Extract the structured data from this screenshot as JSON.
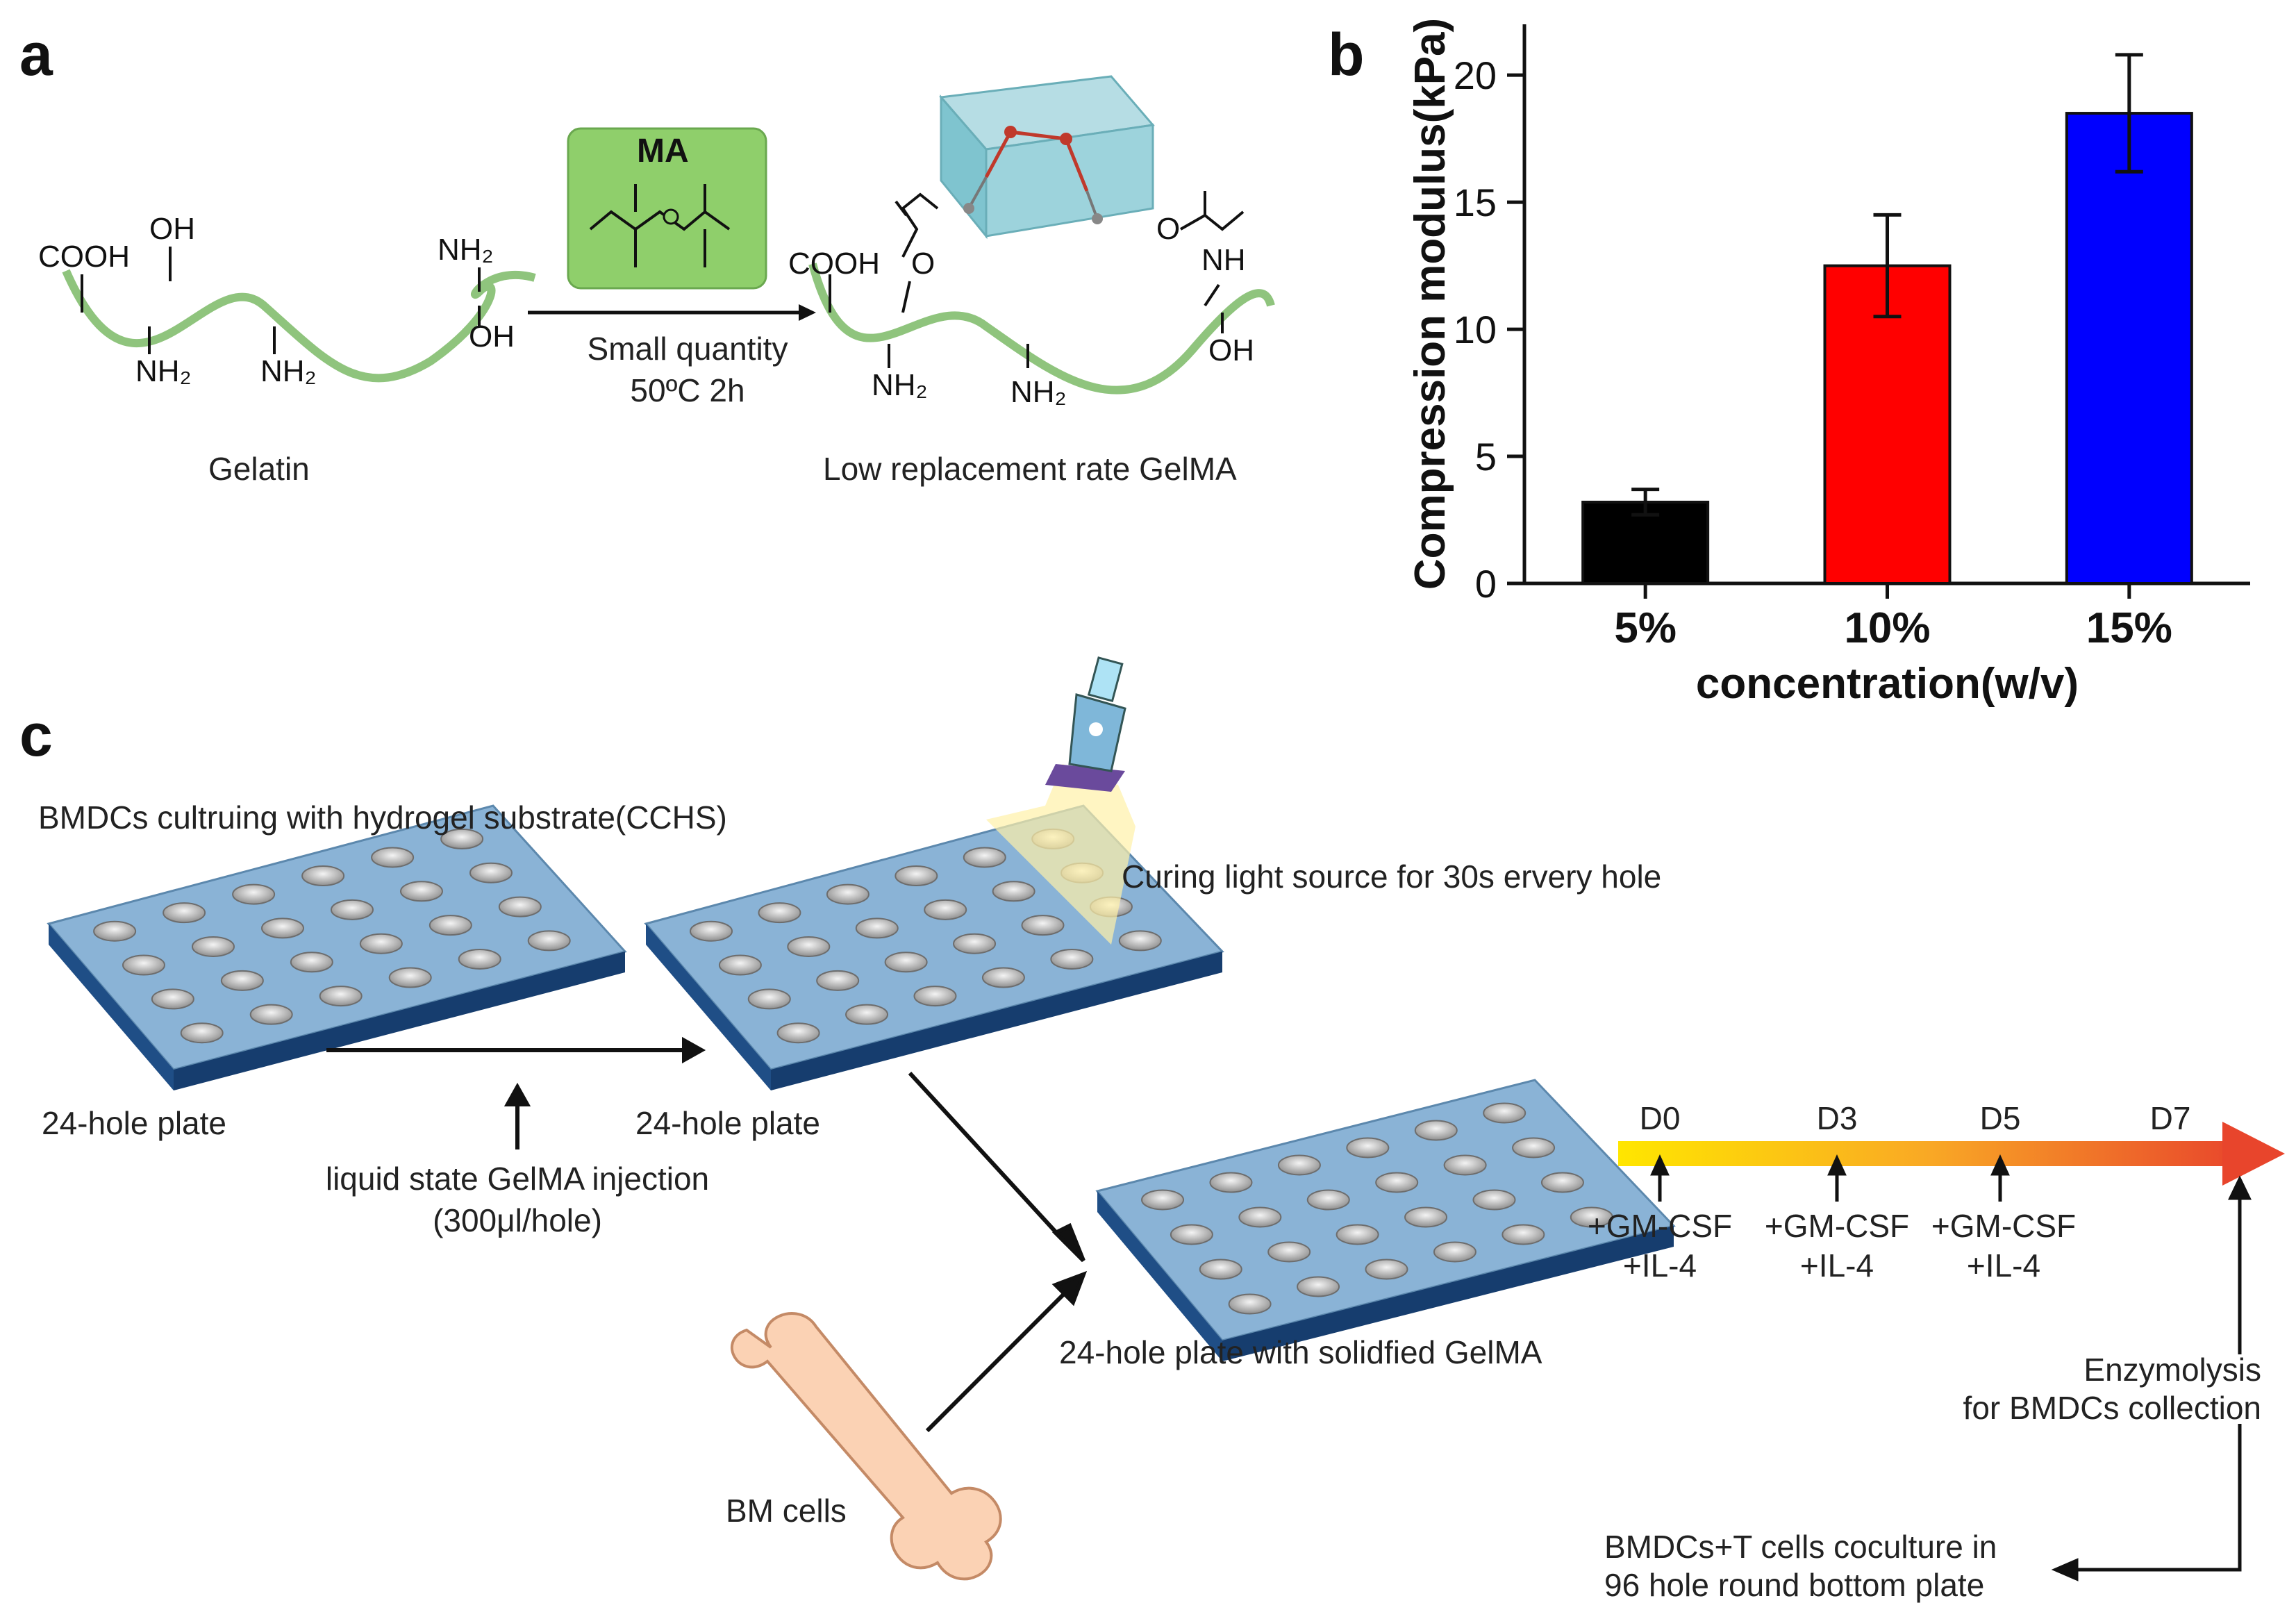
{
  "panel_a": {
    "letter": "a",
    "reagent_label": "MA",
    "reaction_condition_1": "Small quantity",
    "reaction_condition_2": "50ºC 2h",
    "gelatin_label": "Gelatin",
    "product_label": "Low replacement rate GelMA",
    "groups": {
      "cooh_left": "COOH",
      "oh_left": "OH",
      "nh2_left_1": "NH₂",
      "nh2_left_2": "NH₂",
      "nh2_left_top": "NH₂",
      "oh_left_right": "OH",
      "cooh_right": "COOH",
      "o_right": "O",
      "nh2_right_1": "NH₂",
      "nh2_right_2": "NH₂",
      "o_amide": "O",
      "nh_right": "NH",
      "oh_right": "OH"
    }
  },
  "panel_b": {
    "letter": "b"
  },
  "chart_data": {
    "type": "bar",
    "categories": [
      "5%",
      "10%",
      "15%"
    ],
    "values": [
      3.2,
      12.5,
      18.5
    ],
    "errors": [
      0.5,
      2.0,
      2.3
    ],
    "colors": [
      "#000000",
      "#ff0000",
      "#0000ff"
    ],
    "xlabel": "concentration(w/v)",
    "ylabel": "Compression modulus(kPa)",
    "ylim": [
      0,
      22
    ],
    "yticks": [
      0,
      5,
      10,
      15,
      20
    ],
    "grid": false
  },
  "panel_c": {
    "letter": "c",
    "title": "BMDCs cultruing with hydrogel substrate(CCHS)",
    "curing_label": "Curing light source for 30s ervery hole",
    "plate1_label": "24-hole plate",
    "plate2_label": "24-hole plate",
    "injection_line1": "liquid state GelMA injection",
    "injection_line2": "(300μl/hole)",
    "plate3_label": "24-hole plate with solidfied GelMA",
    "bm_cells_label": "BM cells",
    "timeline": {
      "days": [
        "D0",
        "D3",
        "D5",
        "D7"
      ],
      "additions": [
        {
          "line1": "+GM-CSF",
          "line2": "+IL-4"
        },
        {
          "line1": "+GM-CSF",
          "line2": "+IL-4"
        },
        {
          "line1": "+GM-CSF",
          "line2": "+IL-4"
        }
      ]
    },
    "enzymolysis_line1": "Enzymolysis",
    "enzymolysis_line2": "for BMDCs collection",
    "coculture_line1": "BMDCs+T cells coculture in",
    "coculture_line2": "96 hole round bottom plate"
  }
}
